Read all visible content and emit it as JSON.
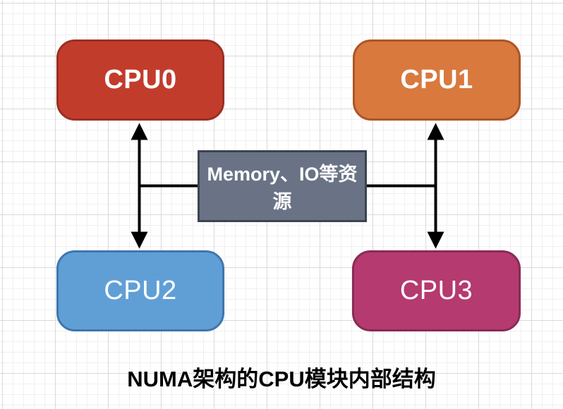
{
  "diagram": {
    "title": "NUMA架构的CPU模块内部结构",
    "nodes": {
      "cpu0": {
        "label": "CPU0",
        "fill": "#C23C2C",
        "border": "#9A3023",
        "text_color": "#FFFFFF"
      },
      "cpu1": {
        "label": "CPU1",
        "fill": "#D9793E",
        "border": "#AD5526",
        "text_color": "#FFFFFF"
      },
      "cpu2": {
        "label": "CPU2",
        "fill": "#609FD6",
        "border": "#3F76AE",
        "text_color": "#FFFFFF"
      },
      "cpu3": {
        "label": "CPU3",
        "fill": "#B43A70",
        "border": "#8A2B53",
        "text_color": "#FFFFFF"
      },
      "memory": {
        "label": "Memory、IO等资源",
        "fill": "#697385",
        "border": "#3C4450",
        "text_color": "#FFFFFF"
      }
    },
    "connector_color": "#000000",
    "background": {
      "canvas": "#FFFFFF",
      "grid_minor": "#F0F0F0",
      "grid_major": "#D9D9D9"
    }
  }
}
